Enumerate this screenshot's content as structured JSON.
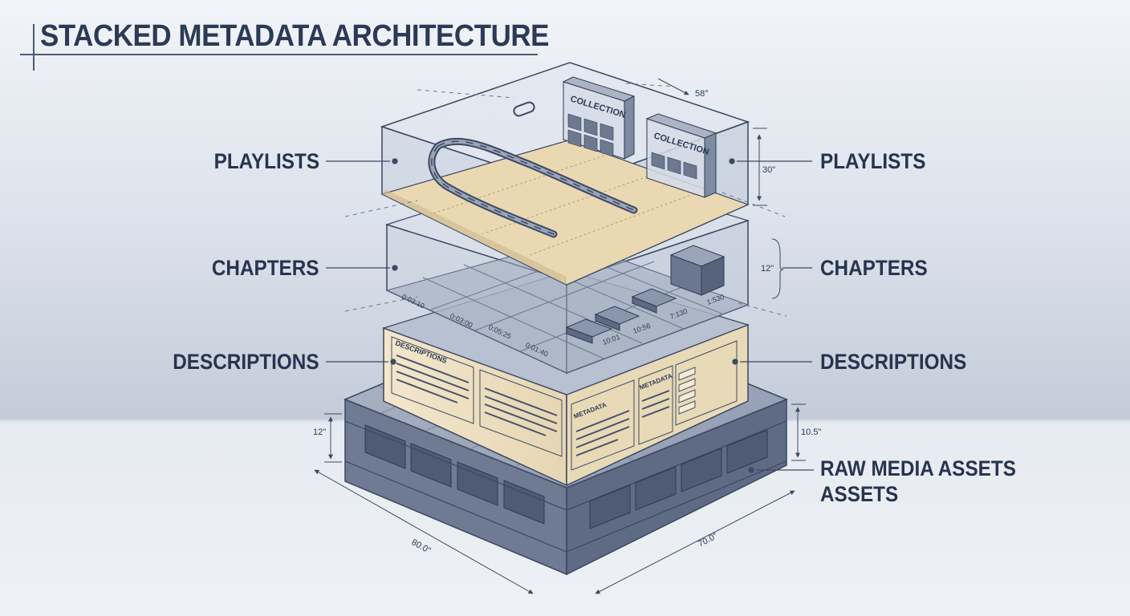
{
  "title": "STACKED METADATA ARCHITECTURE",
  "layers": {
    "playlists": {
      "label_left": "PLAYLISTS",
      "label_right": "PLAYLISTS",
      "panels": [
        "COLLECTION",
        "COLLECTION"
      ]
    },
    "chapters": {
      "label_left": "CHAPTERS",
      "label_right": "CHAPTERS",
      "timestamps": [
        "0:03:10",
        "0:03:00",
        "0:05:25",
        "0:01:40",
        "10:01",
        "10:56",
        "7:130",
        "1:530"
      ]
    },
    "descriptions": {
      "label_left": "DESCRIPTIONS",
      "label_right": "DESCRIPTIONS",
      "card_titles": [
        "DESCRIPTIONS",
        "METADATA",
        "METADATA"
      ]
    },
    "raw_media": {
      "label_right_line1": "RAW MEDIA ASSETS",
      "label_right_line2": "ASSETS"
    }
  },
  "dimensions": {
    "angle": "58°",
    "playlist_height": "30\"",
    "chapter_height": "12\"",
    "base_height_left": "12\"",
    "base_height_right": "10.5\"",
    "base_width": "80.0\"",
    "base_depth": "70.0\""
  },
  "colors": {
    "ink": "#2b3a55",
    "glass": "#c9d3e0",
    "paper": "#efe2c6",
    "stone": "#7e8aa0",
    "stone_dark": "#5d6a82"
  }
}
